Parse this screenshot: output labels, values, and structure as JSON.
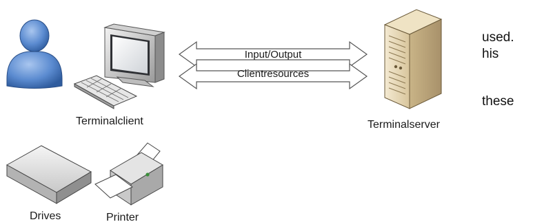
{
  "labels": {
    "terminal_client": "Terminalclient",
    "terminal_server": "Terminalserver",
    "drives": "Drives",
    "printer": "Printer"
  },
  "arrows": {
    "top": "Input/Output",
    "bottom": "Clientresources"
  },
  "side_text": {
    "line1": "used.",
    "line2": "his",
    "line3": "these"
  },
  "icons": {
    "user": "user-icon",
    "monitor": "monitor-icon",
    "keyboard": "keyboard-icon",
    "server": "server-tower-icon",
    "drive": "drive-box-icon",
    "printer": "printer-icon"
  },
  "colors": {
    "user_blue": "#4f7fc4",
    "server_beige": "#e8d9b5",
    "device_gray": "#d9d9d9"
  }
}
